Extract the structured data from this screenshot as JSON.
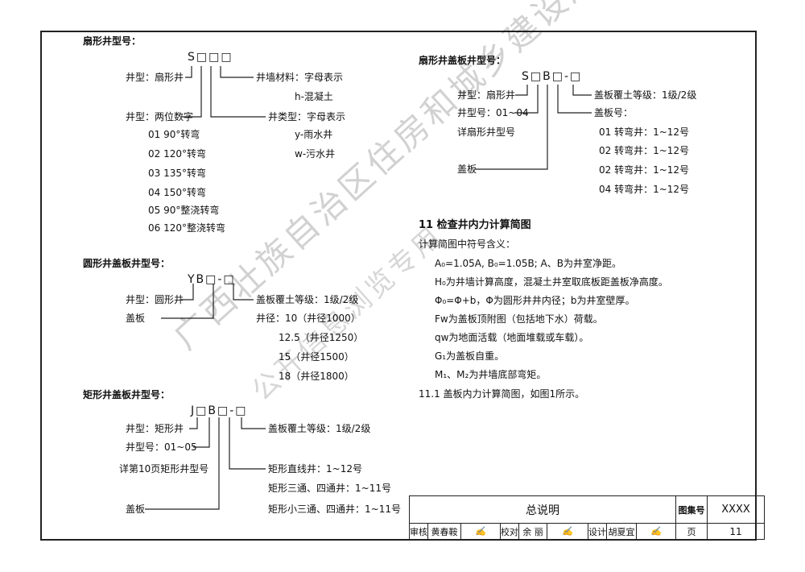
{
  "sector": {
    "heading": "扇形井型号：",
    "code": "S□□□",
    "left": [
      "井型：扇形井",
      "井型：两位数字",
      "01 90°转弯",
      "02 120°转弯",
      "03 135°转弯",
      "04 150°转弯",
      "05 90°整浇转弯",
      "06 120°整浇转弯"
    ],
    "right": [
      "井墙材料：字母表示",
      "h-混凝土",
      "井类型：字母表示",
      "y-雨水井",
      "w-污水井"
    ]
  },
  "round_cover": {
    "heading": "圆形井盖板井型号：",
    "code": "YB□-□",
    "left": [
      "井型：圆形井",
      "盖板"
    ],
    "right": [
      "盖板覆土等级：1级/2级",
      "井径：10（井径1000）",
      "12.5（井径1250）",
      "15（井径1500）",
      "18（井径1800）"
    ]
  },
  "rect_cover": {
    "heading": "矩形井盖板井型号：",
    "code": "J□B□-□",
    "left": [
      "井型：矩形井",
      "井型号：01~05",
      "详第10页矩形井型号",
      "盖板"
    ],
    "right": [
      "盖板覆土等级：1级/2级",
      "矩形直线井：1~12号",
      "矩形三通、四通井：1~11号",
      "矩形小三通、四通井：1~11号"
    ]
  },
  "sector_cover": {
    "heading": "扇形井盖板井型号：",
    "code": "S□B□-□",
    "left": [
      "井型：扇形井",
      "井型号：01~04",
      "详扇形井型号",
      "盖板"
    ],
    "right": [
      "盖板覆土等级：1级/2级",
      "盖板号：",
      "01 转弯井：1~12号",
      "02 转弯井：1~12号",
      "02 转弯井：1~12号",
      "04 转弯井：1~12号"
    ]
  },
  "section11": {
    "title": "11   检查井内力计算简图",
    "lines": [
      "计算简图中符号含义：",
      "A₀=1.05A, B₀=1.05B; A、B为井室净距。",
      "H₀为井墙计算高度，混凝土井室取底板距盖板净高度。",
      "Φ₀=Φ+b，Φ为圆形井井内径；b为井室壁厚。",
      "Fw为盖板顶附图（包括地下水）荷载。",
      "qw为地面活载（地面堆载或车载）。",
      "G₁为盖板自重。",
      "M₁、M₂为井墙底部弯矩。",
      "11.1  盖板内力计算简图，如图1所示。"
    ]
  },
  "watermark": {
    "line1": "广西壮族自治区住房和城乡建设厅",
    "line2": "公开信息浏览专用"
  },
  "titleblock": {
    "title": "总说明",
    "atlas_label": "图集号",
    "atlas_value": "XXXX",
    "review_label": "审核",
    "review_name": "黄春鞍",
    "check_label": "校对",
    "check_name": "余 丽",
    "design_label": "设计",
    "design_name": "胡夏宜",
    "page_label": "页",
    "page_value": "11"
  }
}
